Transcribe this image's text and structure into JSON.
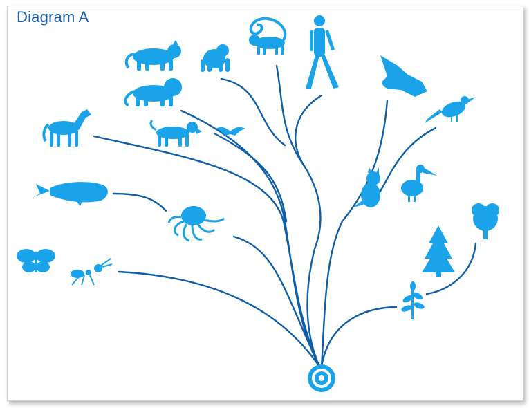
{
  "diagram": {
    "title": "Diagram A",
    "colors": {
      "branch": "#0e5ea8",
      "silhouette": "#1aa3e8"
    },
    "nodes": [
      {
        "name": "tiger"
      },
      {
        "name": "chimpanzee"
      },
      {
        "name": "monkey"
      },
      {
        "name": "human"
      },
      {
        "name": "lion"
      },
      {
        "name": "horse"
      },
      {
        "name": "dog"
      },
      {
        "name": "bat"
      },
      {
        "name": "eagle"
      },
      {
        "name": "songbird"
      },
      {
        "name": "whale"
      },
      {
        "name": "owl"
      },
      {
        "name": "pelican"
      },
      {
        "name": "octopus"
      },
      {
        "name": "deciduous-tree"
      },
      {
        "name": "conifer-tree"
      },
      {
        "name": "butterfly"
      },
      {
        "name": "ant"
      },
      {
        "name": "seedling"
      },
      {
        "name": "common-ancestor-cell"
      }
    ]
  }
}
